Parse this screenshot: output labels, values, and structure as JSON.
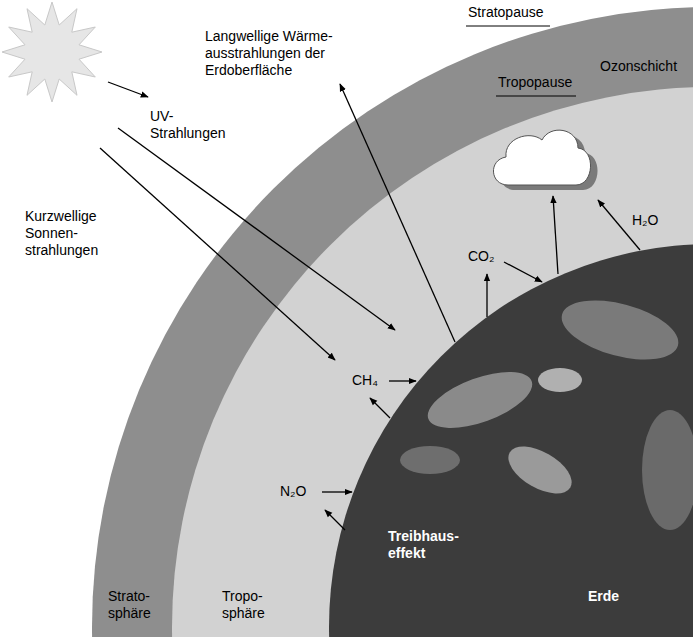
{
  "diagram": {
    "labels": [
      "Stratopause",
      "Langwellige Wärme- ausstrahlungen der Erdoberfläche",
      "Ozonschicht",
      "Tropopause",
      "UV- Strahlungen",
      "H₂O",
      "CO₂",
      "Kurzwellige Sonnen- strahlungen",
      "CH₄",
      "N₂O",
      "Treibhaus- effekt",
      "Erde",
      "Strato- sphäre",
      "Tropo- sphäre"
    ]
  }
}
